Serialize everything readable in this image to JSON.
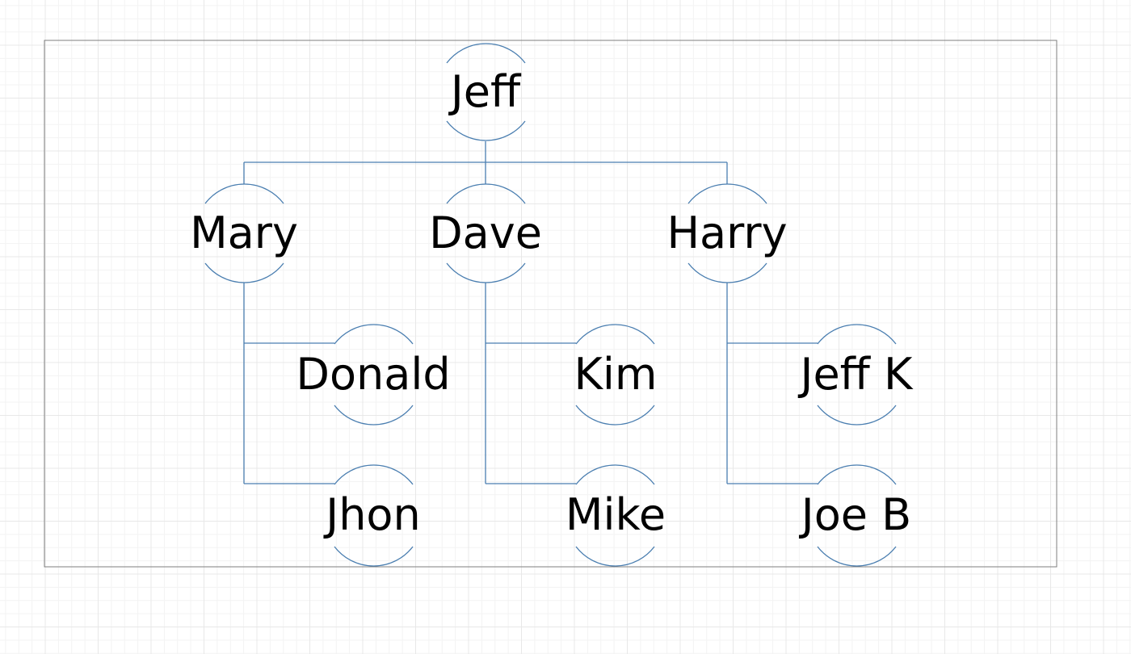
{
  "diagram": {
    "root": {
      "id": "jeff",
      "label": "Jeff"
    },
    "managers": [
      {
        "id": "mary",
        "label": "Mary",
        "reports": [
          {
            "id": "donald",
            "label": "Donald"
          },
          {
            "id": "jhon",
            "label": "Jhon"
          }
        ]
      },
      {
        "id": "dave",
        "label": "Dave",
        "reports": [
          {
            "id": "kim",
            "label": "Kim"
          },
          {
            "id": "mike",
            "label": "Mike"
          }
        ]
      },
      {
        "id": "harry",
        "label": "Harry",
        "reports": [
          {
            "id": "jeff-k",
            "label": "Jeff K"
          },
          {
            "id": "joe-b",
            "label": "Joe B"
          }
        ]
      }
    ],
    "colors": {
      "connector": "#4a7eb0",
      "frame": "#7f7f7f",
      "text": "#000000",
      "grid": "#e8e8e8"
    }
  }
}
